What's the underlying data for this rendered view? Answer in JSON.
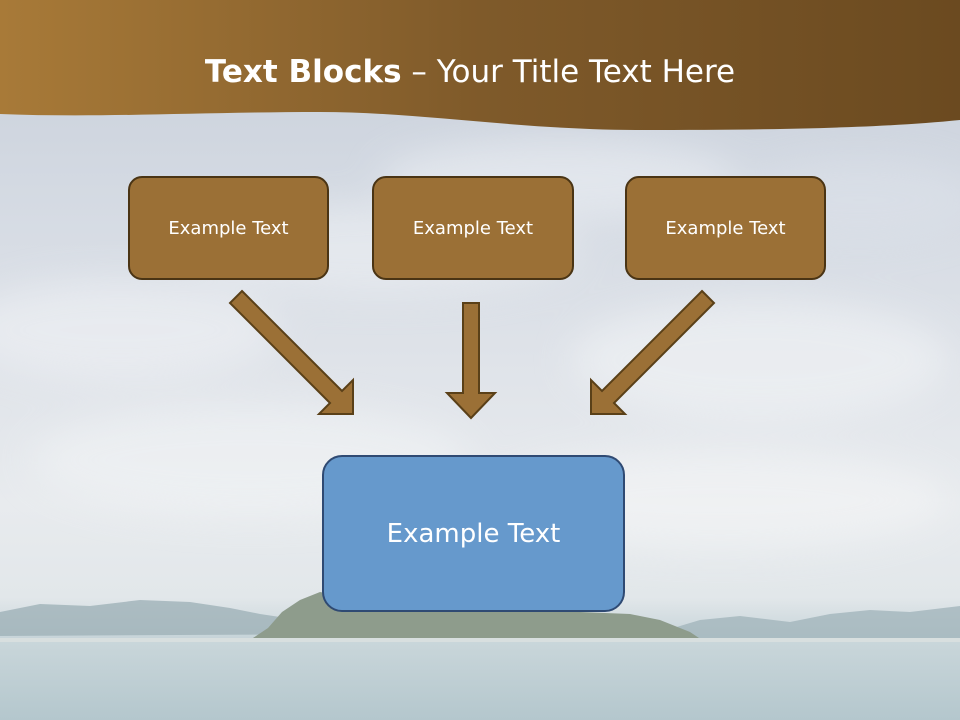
{
  "slide": {
    "title_bold": "Text Blocks",
    "title_rest": " – Your Title Text Here"
  },
  "top_boxes": [
    {
      "label": "Example Text"
    },
    {
      "label": "Example Text"
    },
    {
      "label": "Example Text"
    }
  ],
  "target_box": {
    "label": "Example Text"
  },
  "colors": {
    "header_brown": "#8f6528",
    "box_brown": "#9b7036",
    "box_border": "#4a3414",
    "target_blue": "#6699cc",
    "arrow_fill": "#9b7036"
  }
}
